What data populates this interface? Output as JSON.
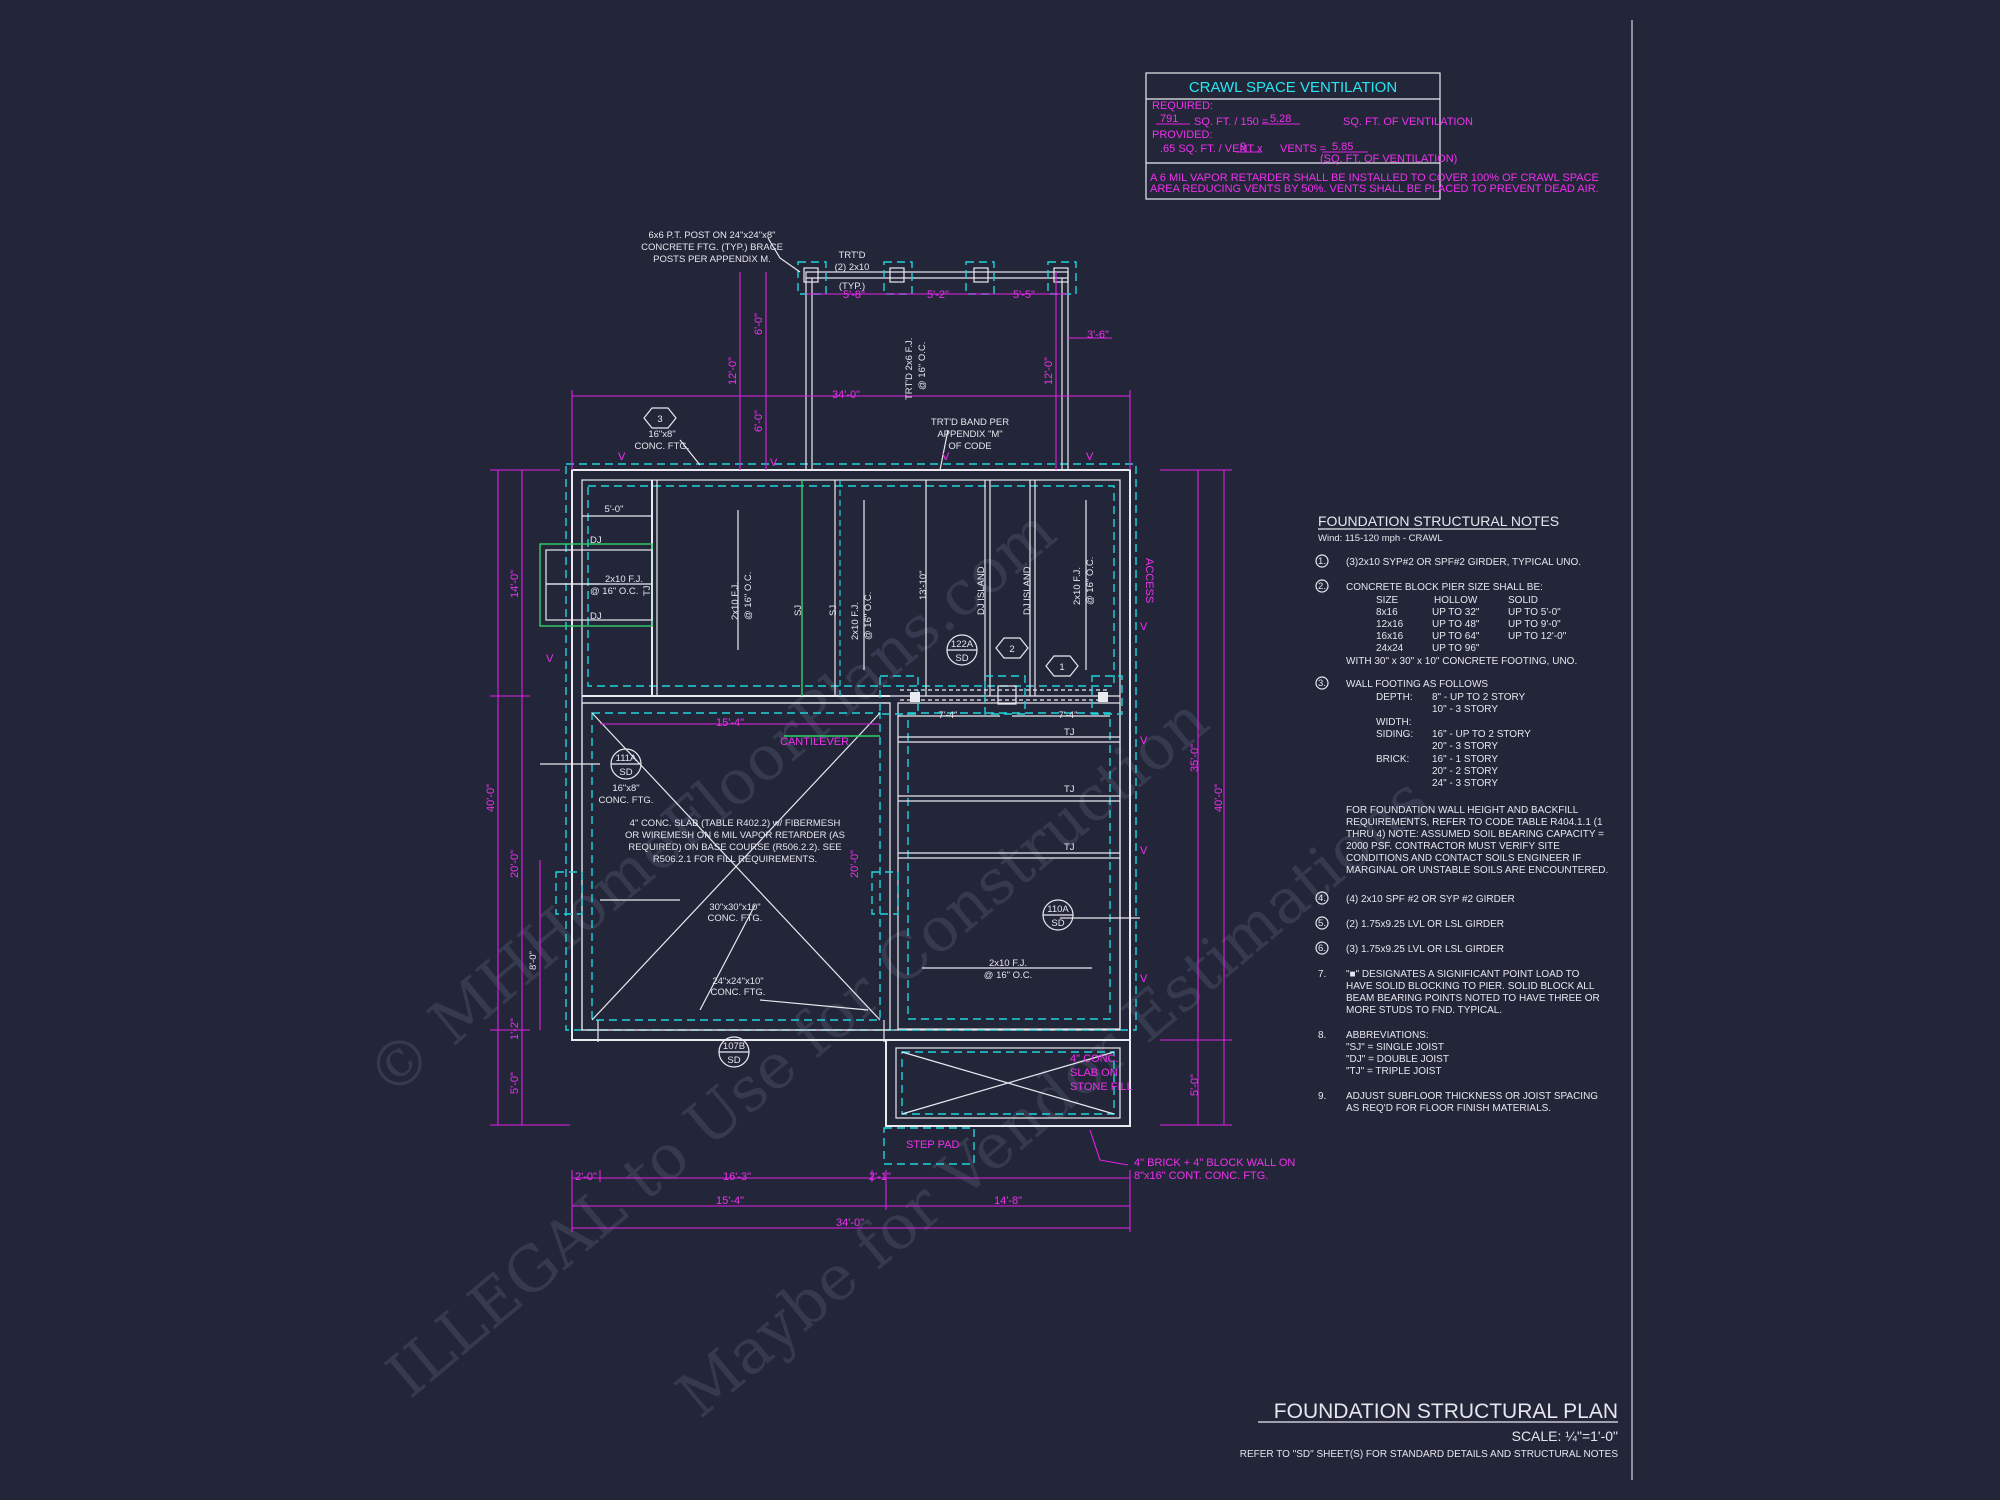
{
  "colors": {
    "background": "#232638",
    "wall": "#e9e9f0",
    "dimension": "#e020e8",
    "hidden": "#1fd3dc",
    "text": "#e6e6ee",
    "magenta_text": "#f030f0",
    "cyan_title": "#27e6f0",
    "green": "#2fd16b",
    "watermark": "#3a3e52"
  },
  "vent_box": {
    "title": "CRAWL SPACE VENTILATION",
    "required_label": "REQUIRED:",
    "required_value": "791",
    "required_mid": "SQ. FT. / 150 =",
    "required_result": "5.28",
    "required_unit": "SQ. FT. OF VENTILATION",
    "provided_label": "PROVIDED:",
    "provided_text": ".65 SQ. FT. / VENT x",
    "provided_vents": "9",
    "provided_vents_label": "VENTS =",
    "provided_result": "5.85",
    "provided_unit": "(SQ. FT. OF VENTILATION)",
    "note_1": "A 6 MIL VAPOR RETARDER SHALL BE INSTALLED TO COVER 100% OF CRAWL SPACE",
    "note_2": "AREA REDUCING VENTS BY 50%. VENTS SHALL BE PLACED TO PREVENT DEAD AIR."
  },
  "notes": {
    "title": "FOUNDATION STRUCTURAL NOTES",
    "subtitle": "Wind: 115-120 mph - CRAWL",
    "n1": "(3)2x10 SYP#2 OR SPF#2 GIRDER, TYPICAL UNO.",
    "n2": "CONCRETE BLOCK PIER SIZE SHALL BE:",
    "pier_head": [
      "SIZE",
      "HOLLOW",
      "SOLID"
    ],
    "pier_rows": [
      [
        "8x16",
        "UP TO 32\"",
        "UP TO 5'-0\""
      ],
      [
        "12x16",
        "UP TO 48\"",
        "UP TO 9'-0\""
      ],
      [
        "16x16",
        "UP TO 64\"",
        "UP TO 12'-0\""
      ],
      [
        "24x24",
        "UP TO 96\"",
        ""
      ]
    ],
    "pier_note": "WITH 30\" x 30\" x 10\" CONCRETE FOOTING, UNO.",
    "n3": "WALL FOOTING AS FOLLOWS",
    "depth_label": "DEPTH:",
    "depth_1": "8\" - UP TO 2 STORY",
    "depth_2": "10\" - 3 STORY",
    "width_label": "WIDTH:",
    "siding_label": "SIDING:",
    "siding_1": "16\" - UP TO 2 STORY",
    "siding_2": "20\" - 3 STORY",
    "brick_label": "BRICK:",
    "brick_1": "16\" - 1 STORY",
    "brick_2": "20\" - 2 STORY",
    "brick_3": "24\" - 3 STORY",
    "backfill": [
      "FOR FOUNDATION WALL HEIGHT AND BACKFILL",
      "REQUIREMENTS, REFER TO CODE TABLE R404.1.1 (1",
      "THRU 4) NOTE: ASSUMED SOIL BEARING CAPACITY =",
      "2000 PSF. CONTRACTOR MUST VERIFY SITE",
      "CONDITIONS AND CONTACT SOILS ENGINEER IF",
      "MARGINAL OR UNSTABLE SOILS ARE ENCOUNTERED."
    ],
    "n4": "(4) 2x10 SPF #2 OR SYP #2 GIRDER",
    "n5": "(2) 1.75x9.25 LVL OR LSL GIRDER",
    "n6": "(3) 1.75x9.25 LVL OR LSL GIRDER",
    "n7": [
      "\"■\" DESIGNATES A SIGNIFICANT POINT LOAD TO",
      "HAVE SOLID BLOCKING TO PIER. SOLID BLOCK ALL",
      "BEAM BEARING POINTS NOTED TO HAVE THREE OR",
      "MORE STUDS TO FND. TYPICAL."
    ],
    "n8": "ABBREVIATIONS:",
    "abbr": [
      "\"SJ\" = SINGLE JOIST",
      "\"DJ\" = DOUBLE JOIST",
      "\"TJ\" = TRIPLE JOIST"
    ],
    "n9": [
      "ADJUST SUBFLOOR THICKNESS OR JOIST SPACING",
      "AS REQ'D FOR FLOOR FINISH MATERIALS."
    ],
    "num": [
      "1.",
      "2.",
      "3.",
      "4.",
      "5.",
      "6.",
      "7.",
      "8.",
      "9."
    ]
  },
  "title_block": {
    "title": "FOUNDATION STRUCTURAL PLAN",
    "scale": "SCALE: ¼\"=1'-0\"",
    "refer": "REFER TO \"SD\" SHEET(S) FOR STANDARD DETAILS AND STRUCTURAL NOTES"
  },
  "plan": {
    "post_note": [
      "6x6 P.T. POST ON 24\"x24\"x8\"",
      "CONCRETE FTG. (TYP.) BRACE",
      "POSTS PER APPENDIX M."
    ],
    "trtd_note": [
      "TRT'D",
      "(2) 2x10",
      "(TYP.)"
    ],
    "band_note": [
      "TRT'D BAND PER",
      "APPENDIX \"M\"",
      "OF CODE"
    ],
    "ftg_16x8": [
      "16\"x8\"",
      "CONC. FTG."
    ],
    "slab_note": [
      "4\" CONC. SLAB (TABLE R402.2) w/ FIBERMESH",
      "OR WIREMESH ON 6 MIL VAPOR RETARDER (AS",
      "REQUIRED) ON BASE COURSE (R506.2.2). SEE",
      "R506.2.1 FOR FILL REQUIREMENTS."
    ],
    "ftg_30": [
      "30\"x30\"x10\"",
      "CONC. FTG."
    ],
    "ftg_24": [
      "24\"x24\"x10\"",
      "CONC. FTG."
    ],
    "deck_joist": [
      "TRT'D 2x6 F.J.",
      "@ 16\" O.C."
    ],
    "fj_a": [
      "2x10 F.J.",
      "@ 16\" O.C."
    ],
    "fj_b": [
      "2x10 F.J.",
      "@ 16\" O.C."
    ],
    "fj_c": [
      "2x10 F.J.",
      "@ 16\" O.C."
    ],
    "fj_d": [
      "2x10 F.J.",
      "@ 16\" O.C."
    ],
    "fj_e": [
      "2x10 F.J.",
      "@ 16\" O.C."
    ],
    "dj_island": "DJ ISLAND",
    "sj": "SJ",
    "dj": "DJ",
    "tj": "TJ",
    "access": "ACCESS",
    "cantilever": "CANTILEVER",
    "stone_slab": [
      "4\" CONC.",
      "SLAB ON",
      "STONE FILL"
    ],
    "step_pad": "STEP PAD",
    "brick_wall": [
      "4\" BRICK + 4\" BLOCK WALL ON",
      "8\"x16\" CONT. CONC. FTG."
    ],
    "vent": "V",
    "sd": "SD",
    "tag_122a": "122A",
    "tag_111a": "111A",
    "tag_110a": "110A",
    "tag_107b": "107B",
    "hex_1": "1",
    "hex_2": "2",
    "hex_3": "3",
    "dims": {
      "d34": "34'-0\"",
      "d5_8": "5'-8\"",
      "d5_2": "5'-2\"",
      "d5_5": "5'-5\"",
      "d3_6": "3'-6\"",
      "d12": "12'-0\"",
      "d6a": "6'-0\"",
      "d6b": "6'-0\"",
      "d12r": "12'-0\"",
      "d5": "5'-0\"",
      "d13_10": "13'-10\"",
      "d15_4": "15'-4\"",
      "d7_4a": "7'-4\"",
      "d7_4b": "7'-4\"",
      "d14": "14'-0\"",
      "d40": "40'-0\"",
      "d20": "20'-0\"",
      "d20b": "20'-0\"",
      "d8": "8'-0\"",
      "d1_2": "1'-2\"",
      "d5b": "5'-0\"",
      "d35": "35'-0\"",
      "d40r": "40'-0\"",
      "d5r": "5'-0\"",
      "d2": "2'-0\"",
      "d16_3": "16'-3\"",
      "d2_1": "2'-1\"",
      "d15_4b": "15'-4\"",
      "d14_8": "14'-8\"",
      "d34b": "34'-0\""
    }
  }
}
